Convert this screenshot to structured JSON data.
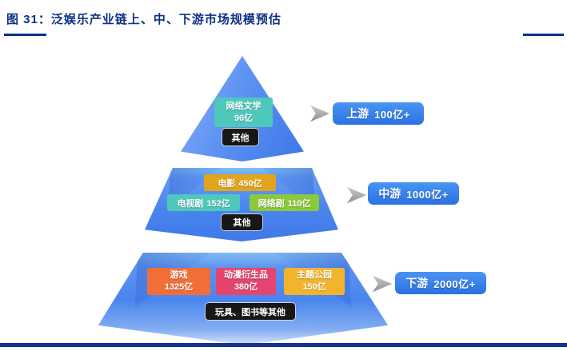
{
  "header": {
    "title": "图 31：泛娱乐产业链上、中、下游市场规模预估"
  },
  "display": {
    "tier1": {
      "lit_label": "网络文学",
      "lit_value": "96亿",
      "other": "其他"
    },
    "tier2": {
      "movie_label": "电影",
      "movie_value": "450亿",
      "tv_label": "电视剧",
      "tv_value": "152亿",
      "web_label": "网络剧",
      "web_value": "110亿",
      "other": "其他"
    },
    "tier3": {
      "game_label": "游戏",
      "game_value": "1325亿",
      "anime_label": "动漫衍生品",
      "anime_value": "380亿",
      "park_label": "主题公园",
      "park_value": "150亿",
      "other": "玩具、图书等其他"
    },
    "stages": {
      "up_label": "上游",
      "up_value": "100亿+",
      "mid_label": "中游",
      "mid_value": "1000亿+",
      "down_label": "下游",
      "down_value": "2000亿+"
    }
  },
  "colors": {
    "navy": "#0c3186",
    "bottom_bar": "#14328e",
    "pyramid_blue": "#4a85ee",
    "teal": "#4fc8bc",
    "movie_orange": "#e3a41d",
    "web_green": "#8cc83c",
    "game_orange": "#f26e37",
    "anime_pink": "#e5446f",
    "park_amber": "#f3b42d",
    "black_chip": "#171717",
    "badge_blue": "#2a71e2",
    "arrow_gray": "#a5a5a5"
  },
  "chart_data": {
    "type": "pyramid",
    "title": "泛娱乐产业链上、中、下游市场规模预估",
    "unit": "亿元",
    "tiers": [
      {
        "stage": "上游",
        "total": "100亿+",
        "segments": [
          {
            "name": "网络文学",
            "value": 96
          },
          {
            "name": "其他",
            "value": null
          }
        ]
      },
      {
        "stage": "中游",
        "total": "1000亿+",
        "segments": [
          {
            "name": "电影",
            "value": 450
          },
          {
            "name": "电视剧",
            "value": 152
          },
          {
            "name": "网络剧",
            "value": 110
          },
          {
            "name": "其他",
            "value": null
          }
        ]
      },
      {
        "stage": "下游",
        "total": "2000亿+",
        "segments": [
          {
            "name": "游戏",
            "value": 1325
          },
          {
            "name": "动漫衍生品",
            "value": 380
          },
          {
            "name": "主题公园",
            "value": 150
          },
          {
            "name": "玩具、图书等其他",
            "value": null
          }
        ]
      }
    ]
  }
}
